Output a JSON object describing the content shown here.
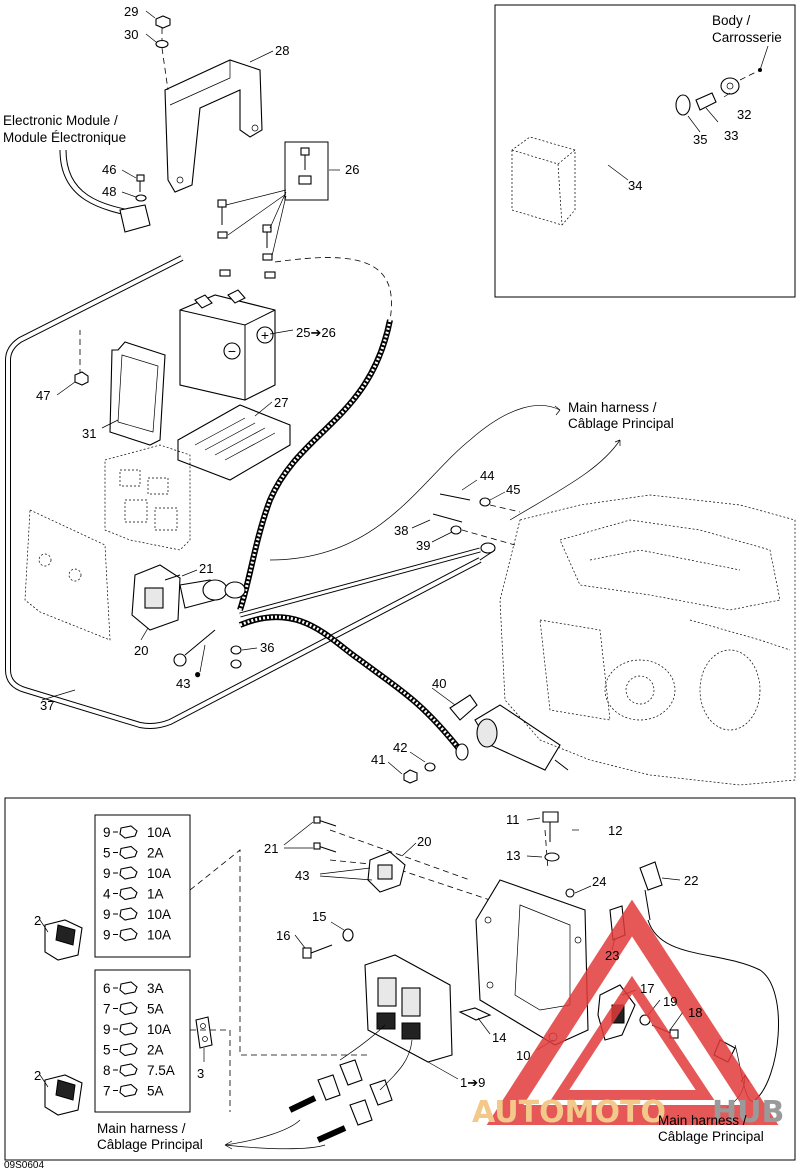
{
  "upper": {
    "callouts": [
      "29",
      "30",
      "28",
      "26",
      "46",
      "48",
      "47",
      "25➔26",
      "31",
      "27",
      "21",
      "20",
      "43",
      "36",
      "37",
      "44",
      "45",
      "38",
      "39",
      "40",
      "42",
      "41"
    ],
    "captions": {
      "electronic_module": [
        "Electronic Module /",
        "Module Électronique"
      ],
      "main_harness": [
        "Main harness /",
        "Câblage Principal"
      ]
    }
  },
  "inset": {
    "callouts": [
      "32",
      "33",
      "35",
      "34"
    ],
    "caption": [
      "Body /",
      "Carrosserie"
    ]
  },
  "lower": {
    "callouts": [
      "11",
      "12",
      "13",
      "24",
      "22",
      "21",
      "20",
      "43",
      "15",
      "16",
      "23",
      "17",
      "19",
      "18",
      "14",
      "10",
      "1➔9",
      "2",
      "3",
      "2"
    ],
    "fuse_box_1": [
      {
        "n": "9",
        "a": "10A"
      },
      {
        "n": "5",
        "a": "2A"
      },
      {
        "n": "9",
        "a": "10A"
      },
      {
        "n": "4",
        "a": "1A"
      },
      {
        "n": "9",
        "a": "10A"
      },
      {
        "n": "9",
        "a": "10A"
      }
    ],
    "fuse_box_2": [
      {
        "n": "6",
        "a": "3A"
      },
      {
        "n": "7",
        "a": "5A"
      },
      {
        "n": "9",
        "a": "10A"
      },
      {
        "n": "5",
        "a": "2A"
      },
      {
        "n": "8",
        "a": "7.5A"
      },
      {
        "n": "7",
        "a": "5A"
      }
    ],
    "caption_left": [
      "Main harness /",
      "Câblage Principal"
    ],
    "caption_right": [
      "Main harness /",
      "Câblage Principal"
    ]
  },
  "figure_code": "09S0604",
  "watermark": {
    "text_a": "AUTOMOTO",
    "text_b": "HUB",
    "color_a": "#f2c98a",
    "color_b": "#9a9a9a",
    "triangle_color": "#e23a3a"
  }
}
